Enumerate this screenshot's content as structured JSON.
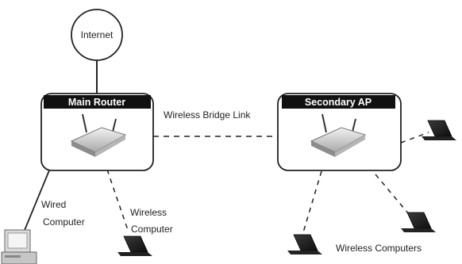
{
  "internet": {
    "label": "Internet"
  },
  "main_router": {
    "label": "Main Router"
  },
  "secondary_ap": {
    "label": "Secondary AP"
  },
  "bridge_link": {
    "label": "Wireless Bridge Link"
  },
  "wired_computer": {
    "label_line1": "Wired",
    "label_line2": "Computer"
  },
  "wireless_computer": {
    "label_line1": "Wireless",
    "label_line2": "Computer"
  },
  "wireless_computers": {
    "label": "Wireless Computers"
  },
  "icons": [
    "router-icon",
    "access-point-icon",
    "desktop-computer-icon",
    "laptop-icon"
  ]
}
